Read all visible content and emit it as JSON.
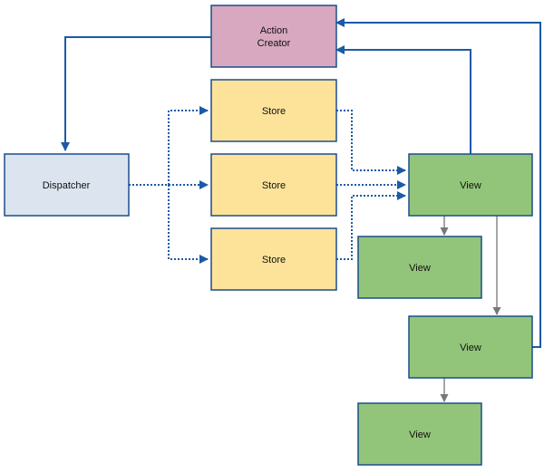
{
  "colors": {
    "action": "#d8a8c0",
    "dispatcher": "#dce4ef",
    "store": "#fde39a",
    "view": "#92c57a",
    "border": "#1a4e8c",
    "arrow_blue": "#1a5aa6",
    "arrow_gray": "#888888"
  },
  "nodes": {
    "action_creator": {
      "label_line1": "Action",
      "label_line2": "Creator"
    },
    "dispatcher": {
      "label": "Dispatcher"
    },
    "store_1": {
      "label": "Store"
    },
    "store_2": {
      "label": "Store"
    },
    "store_3": {
      "label": "Store"
    },
    "view_main": {
      "label": "View"
    },
    "view_child_1": {
      "label": "View"
    },
    "view_child_2": {
      "label": "View"
    },
    "view_grandchild": {
      "label": "View"
    }
  }
}
